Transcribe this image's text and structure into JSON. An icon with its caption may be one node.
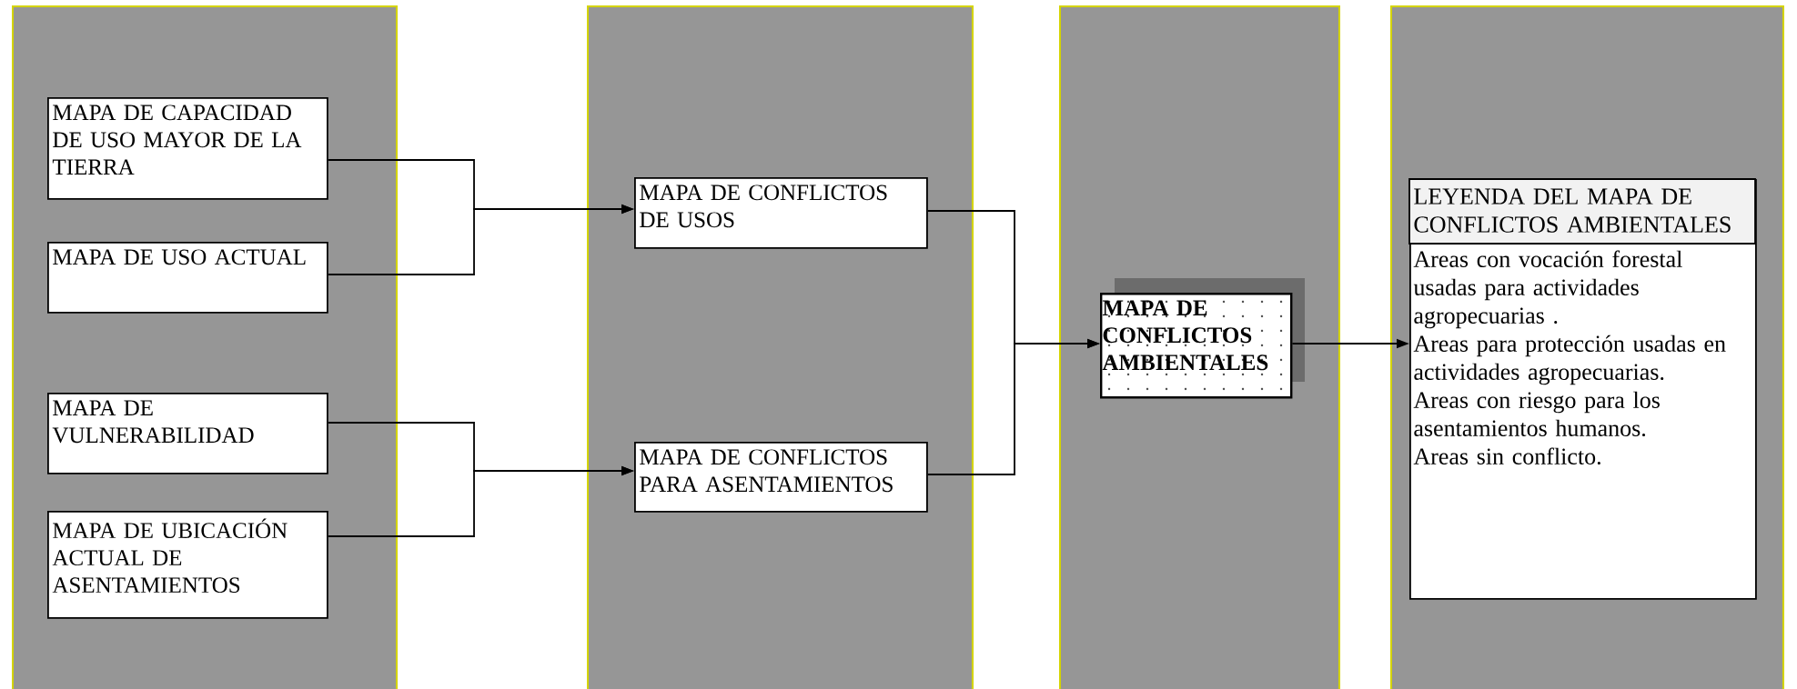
{
  "diagram": {
    "nodes": [
      {
        "text": [],
        "shape": "box"
      },
      {
        "text": [
          "MAPA DE CAPACIDAD DE USO MAYOR DE LA TIERRA"
        ],
        "in": 0
      },
      {
        "text": [
          "MAPA DE USO ACTUAL"
        ],
        "in": 0
      },
      {
        "text": [
          "MAPA DE VULNERABILIDAD"
        ],
        "in": 0
      },
      {
        "text": [
          "MAPA DE UBICACIÓN ACTUAL DE ASENTAMIENTOS"
        ],
        "in": 0
      },
      {
        "text": [],
        "shape": "box"
      },
      {
        "text": [
          "MAPA DE CONFLICTOS DE USOS"
        ],
        "in": 5
      },
      {
        "text": [
          "MAPA DE CONFLICTOS PARA ASENTAMIENTOS"
        ],
        "in": 5
      },
      {
        "text": [],
        "shape": "box"
      },
      {
        "text": [
          "MAPA DE CONFLICTOS AMBIENTALES"
        ],
        "in": 8
      },
      {
        "text": [],
        "shape": "box"
      },
      {
        "text": [
          "LEYENDA DEL MAPA DE CONFLICTOS AMBIENTALES",
          "Areas con vocación forestal usadas para actividades agropecuarias .",
          "Areas para protección usadas en actividades agropecuarias.",
          "Areas con riesgo para los asentamientos humanos.",
          "Areas sin conflicto."
        ],
        "in": 10
      }
    ],
    "edges": [
      {
        "from": 1,
        "to": 6,
        "arrow": "to"
      },
      {
        "from": 2,
        "to": 6,
        "arrow": "to"
      },
      {
        "from": 3,
        "to": 7,
        "arrow": "to"
      },
      {
        "from": 4,
        "to": 7,
        "arrow": "to"
      },
      {
        "from": 6,
        "to": 9,
        "arrow": "to"
      },
      {
        "from": 7,
        "to": 9,
        "arrow": "to"
      },
      {
        "from": 9,
        "to": 11,
        "arrow": "to"
      }
    ]
  }
}
